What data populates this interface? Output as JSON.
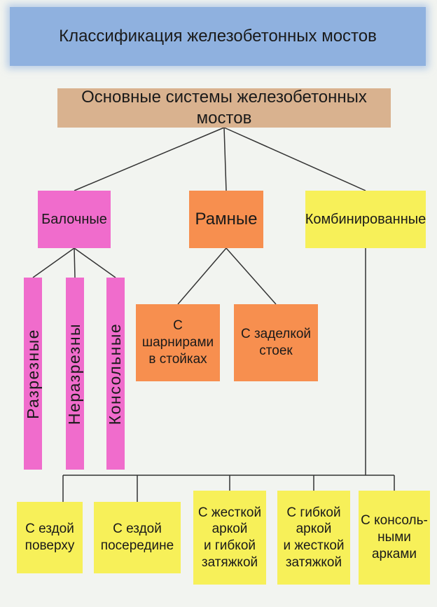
{
  "title": "Классификация железобетонных мостов",
  "root": "Основные системы железобетонных мостов",
  "level1": {
    "beam": "Балочные",
    "frame": "Рамные",
    "combined": "Комбинированные"
  },
  "beam_types": [
    "Разрезные",
    "Неразрезны",
    "Консольные"
  ],
  "frame_types": [
    "С шарнирами\nв стойках",
    "С заделкой\nстоек"
  ],
  "combined_types": [
    "С ездой\nповерху",
    "С ездой\nпосередине",
    "С жесткой\nаркой\nи гибкой\nзатяжкой",
    "С гибкой\nаркой\nи жесткой\nзатяжкой",
    "С консоль-\nными\nарками"
  ],
  "colors": {
    "title": "#8fb1df",
    "root": "#d9b28f",
    "beam": "#f06ccc",
    "frame": "#f78f4f",
    "combined": "#f7f059"
  }
}
